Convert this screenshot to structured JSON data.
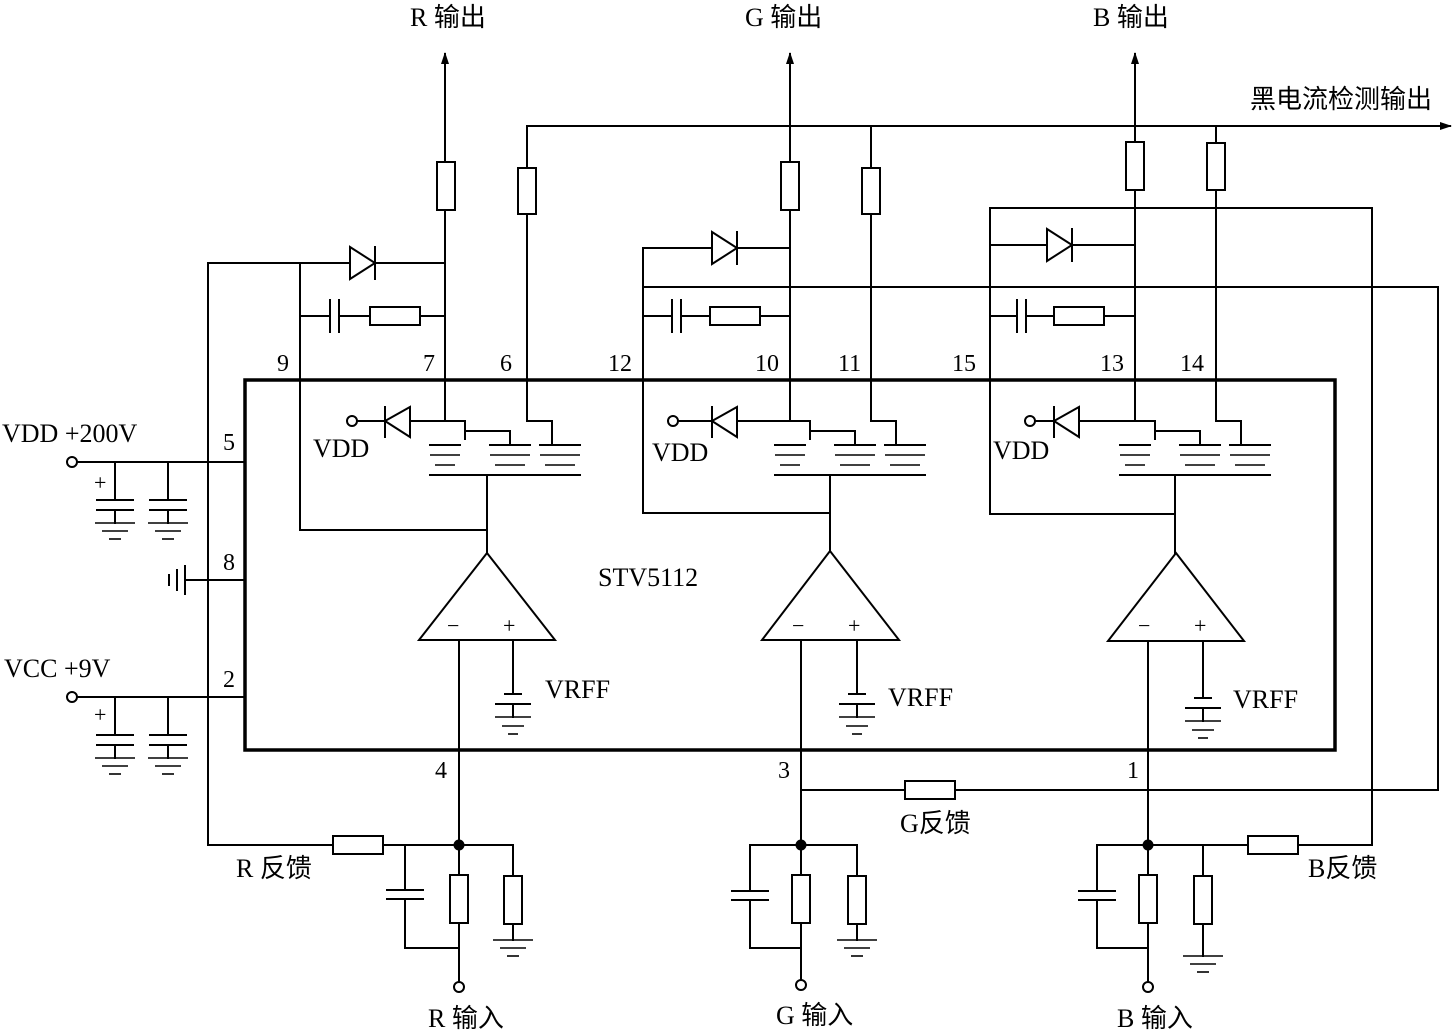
{
  "outputs": {
    "r": "R 输出",
    "g": "G 输出",
    "b": "B 输出",
    "black": "黑电流检测输出"
  },
  "inputs": {
    "r": "R 输入",
    "g": "G 输入",
    "b": "B 输入"
  },
  "feedback": {
    "r": "R 反馈",
    "g": "G反馈",
    "b": "B反馈"
  },
  "supply": {
    "vdd": "VDD +200V",
    "vcc": "VCC +9V"
  },
  "chip": {
    "name": "STV5112"
  },
  "internal": {
    "vdd": "VDD",
    "vrff": "VRFF",
    "minus": "−",
    "plus": "+"
  },
  "pins": {
    "p9": "9",
    "p7": "7",
    "p6": "6",
    "p12": "12",
    "p10": "10",
    "p11": "11",
    "p15": "15",
    "p13": "13",
    "p14": "14",
    "p5": "5",
    "p8": "8",
    "p2": "2",
    "p4": "4",
    "p3": "3",
    "p1": "1"
  }
}
